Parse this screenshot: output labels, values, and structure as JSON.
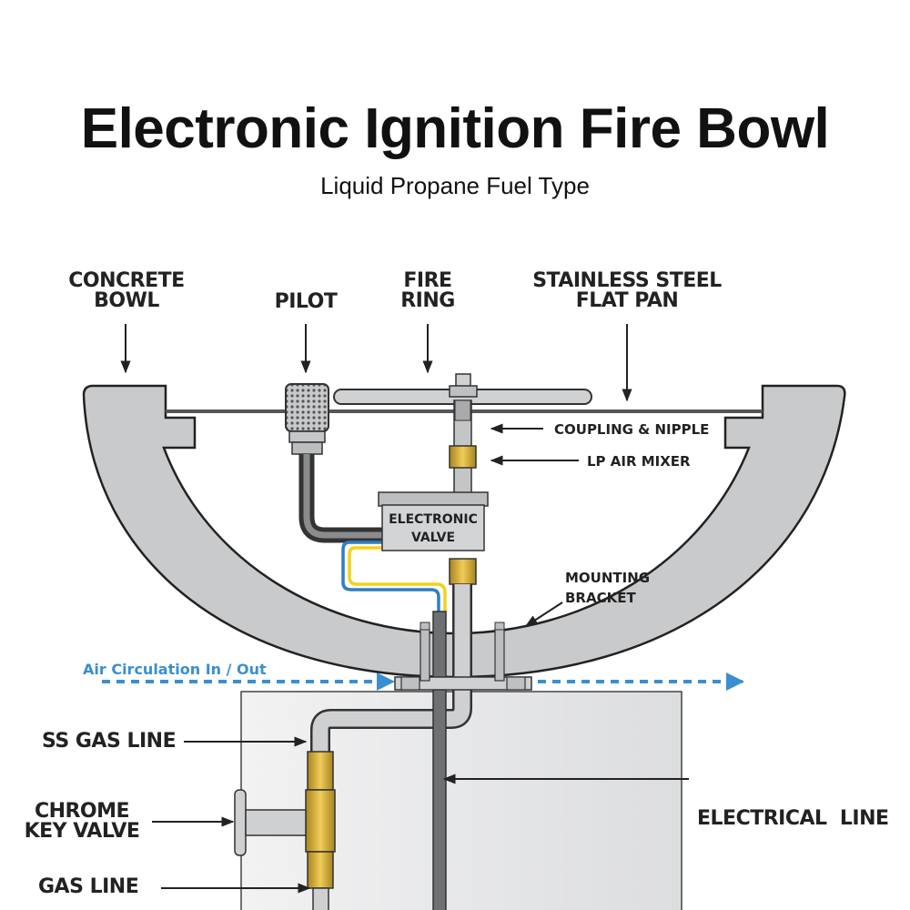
{
  "title": "Electronic Ignition Fire Bowl",
  "subtitle": "Liquid Propane Fuel Type",
  "labels": {
    "concrete_bowl": [
      "CONCRETE",
      "BOWL"
    ],
    "pilot": "PILOT",
    "fire_ring": [
      "FIRE",
      "RING"
    ],
    "stainless_pan": [
      "STAINLESS STEEL",
      "FLAT PAN"
    ],
    "coupling": "COUPLING & NIPPLE",
    "lp_mixer": "LP AIR MIXER",
    "electronic_valve": [
      "ELECTRONIC",
      "VALVE"
    ],
    "mounting_bracket": [
      "MOUNTING",
      "BRACKET"
    ],
    "air_circulation": "Air Circulation In / Out",
    "ss_gas_line": "SS GAS LINE",
    "electrical_line": "ELECTRICAL  LINE",
    "chrome_key_valve": [
      "CHROME",
      "KEY VALVE"
    ],
    "gas_line": "GAS LINE"
  },
  "colors": {
    "bowl": "#c9cacc",
    "outline": "#222222",
    "brass": "#c8a13a",
    "electrical": "#6e7073",
    "blue_wire": "#2f7fc1",
    "yellow_wire": "#f2d21b",
    "air_arrow": "#3a8fd0",
    "pedestal": "#e6e7e8"
  }
}
